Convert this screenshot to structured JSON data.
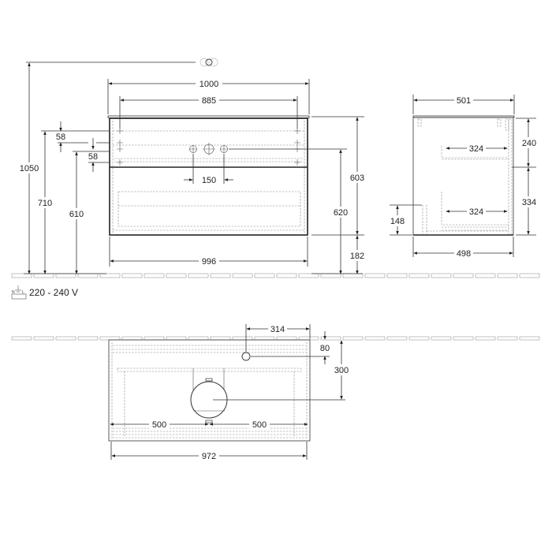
{
  "front_view": {
    "overall_height": "1050",
    "height_710": "710",
    "height_610": "610",
    "offset_58_top": "58",
    "offset_58_bottom": "58",
    "top_width": "1000",
    "inner_width": "885",
    "tap_spacing": "150",
    "body_width": "996",
    "body_height": "603",
    "tap_height": "620",
    "floor_clearance": "182"
  },
  "side_view": {
    "top_depth": "501",
    "bottom_depth": "498",
    "drawer_depth_upper": "324",
    "drawer_depth_lower": "324",
    "upper_height": "240",
    "lower_height": "334",
    "rear_height": "148"
  },
  "electrical": {
    "icon": "power-supply-icon",
    "voltage": "220 - 240 V"
  },
  "top_view": {
    "outlet_offset_x": "314",
    "outlet_offset_y": "80",
    "drain_offset_y": "300",
    "half_width_left": "500",
    "half_width_right": "500",
    "inner_width": "972"
  },
  "colors": {
    "line": "#333333",
    "dashed": "#888888",
    "background": "#ffffff"
  }
}
